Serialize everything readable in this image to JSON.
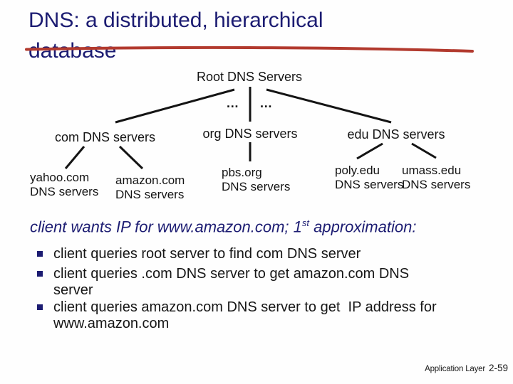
{
  "slide": {
    "title_line1": "DNS: a distributed, hierarchical",
    "title_line2": "database",
    "title_color": "#1c1c72",
    "accent_color": "#b23a2e"
  },
  "tree": {
    "root_label": "Root DNS Servers",
    "ellipsis_left": "…",
    "ellipsis_right": "…",
    "tlds": [
      {
        "label": "com DNS servers"
      },
      {
        "label": "org DNS servers"
      },
      {
        "label": "edu DNS servers"
      }
    ],
    "leaves": [
      {
        "line1": "yahoo.com",
        "line2": "DNS servers"
      },
      {
        "line1": "amazon.com",
        "line2": "DNS servers"
      },
      {
        "line1": "pbs.org",
        "line2": "DNS servers"
      },
      {
        "line1": "poly.edu",
        "line2": "DNS servers"
      },
      {
        "line1": "umass.edu",
        "line2": "DNS servers"
      }
    ]
  },
  "intro": {
    "pre": "client wants IP for www.amazon.com; 1",
    "sup": "st",
    "post": " approximation:"
  },
  "bullets": [
    {
      "line1": "client queries root server to find com DNS server",
      "line2": ""
    },
    {
      "line1": "client queries .com DNS server to get amazon.com DNS",
      "line2": "server"
    },
    {
      "line1": "client queries amazon.com DNS server to get  IP address for",
      "line2": "www.amazon.com"
    }
  ],
  "footer": {
    "label": "Application Layer",
    "page": "2-59"
  }
}
